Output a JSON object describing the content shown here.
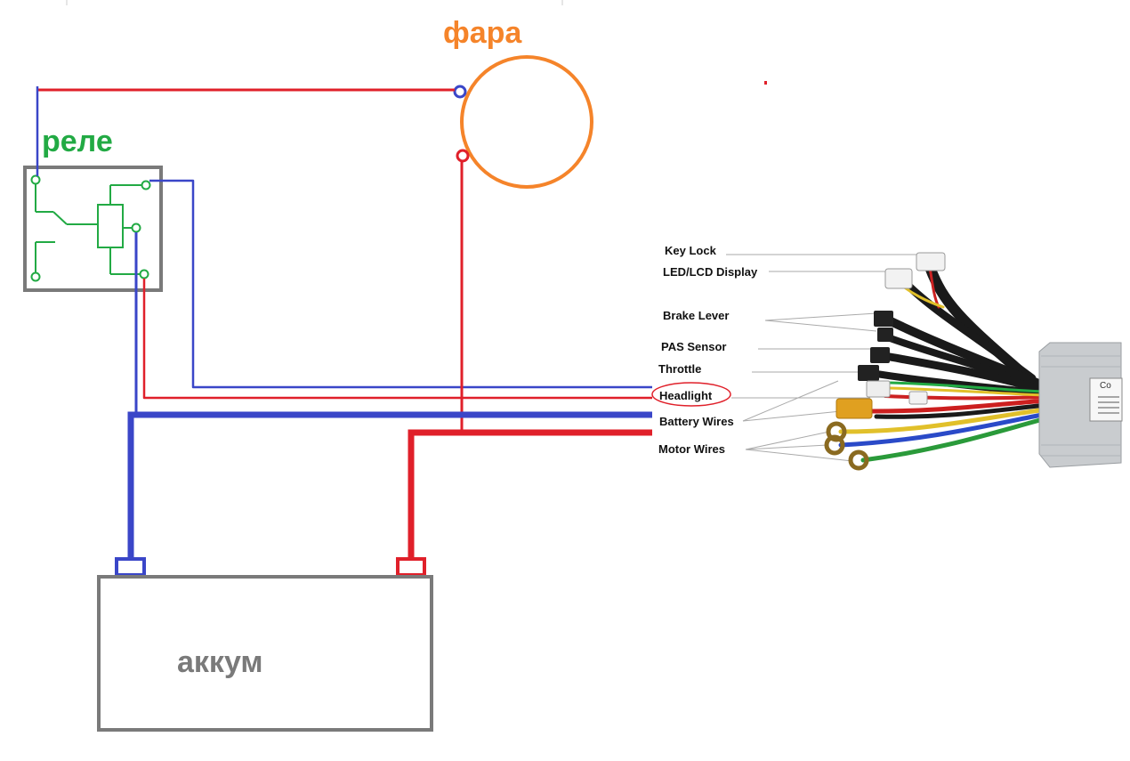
{
  "labels": {
    "headlamp": "фара",
    "relay": "реле",
    "battery": "аккум"
  },
  "controller_labels": {
    "key_lock": "Key Lock",
    "display": "LED/LCD Display",
    "brake_lever": "Brake Lever",
    "pas_sensor": "PAS Sensor",
    "throttle": "Throttle",
    "headlight": "Headlight",
    "battery_wires": "Battery Wires",
    "motor_wires": "Motor Wires"
  },
  "controller_box_text": "Co",
  "colors": {
    "positive_wire": "#e0202a",
    "negative_wire": "#3a46c8",
    "relay": "#22aa44",
    "headlamp": "#f5842a",
    "battery_outline": "#7a7a7a",
    "label_text": "#111111"
  }
}
